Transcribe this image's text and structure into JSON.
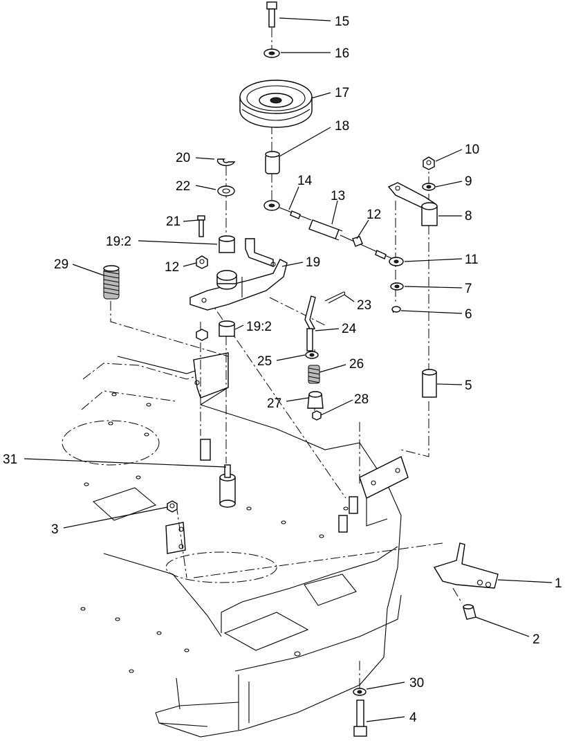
{
  "callouts": {
    "c1": "1",
    "c2": "2",
    "c3": "3",
    "c4": "4",
    "c5": "5",
    "c6": "6",
    "c7": "7",
    "c8": "8",
    "c9": "9",
    "c10": "10",
    "c11": "11",
    "c12a": "12",
    "c12b": "12",
    "c13": "13",
    "c14": "14",
    "c15": "15",
    "c16": "16",
    "c17": "17",
    "c18": "18",
    "c19": "19",
    "c19_2a": "19:2",
    "c19_2b": "19:2",
    "c20": "20",
    "c21": "21",
    "c22": "22",
    "c23": "23",
    "c24": "24",
    "c25": "25",
    "c26": "26",
    "c27": "27",
    "c28": "28",
    "c29": "29",
    "c30": "30",
    "c31": "31"
  }
}
